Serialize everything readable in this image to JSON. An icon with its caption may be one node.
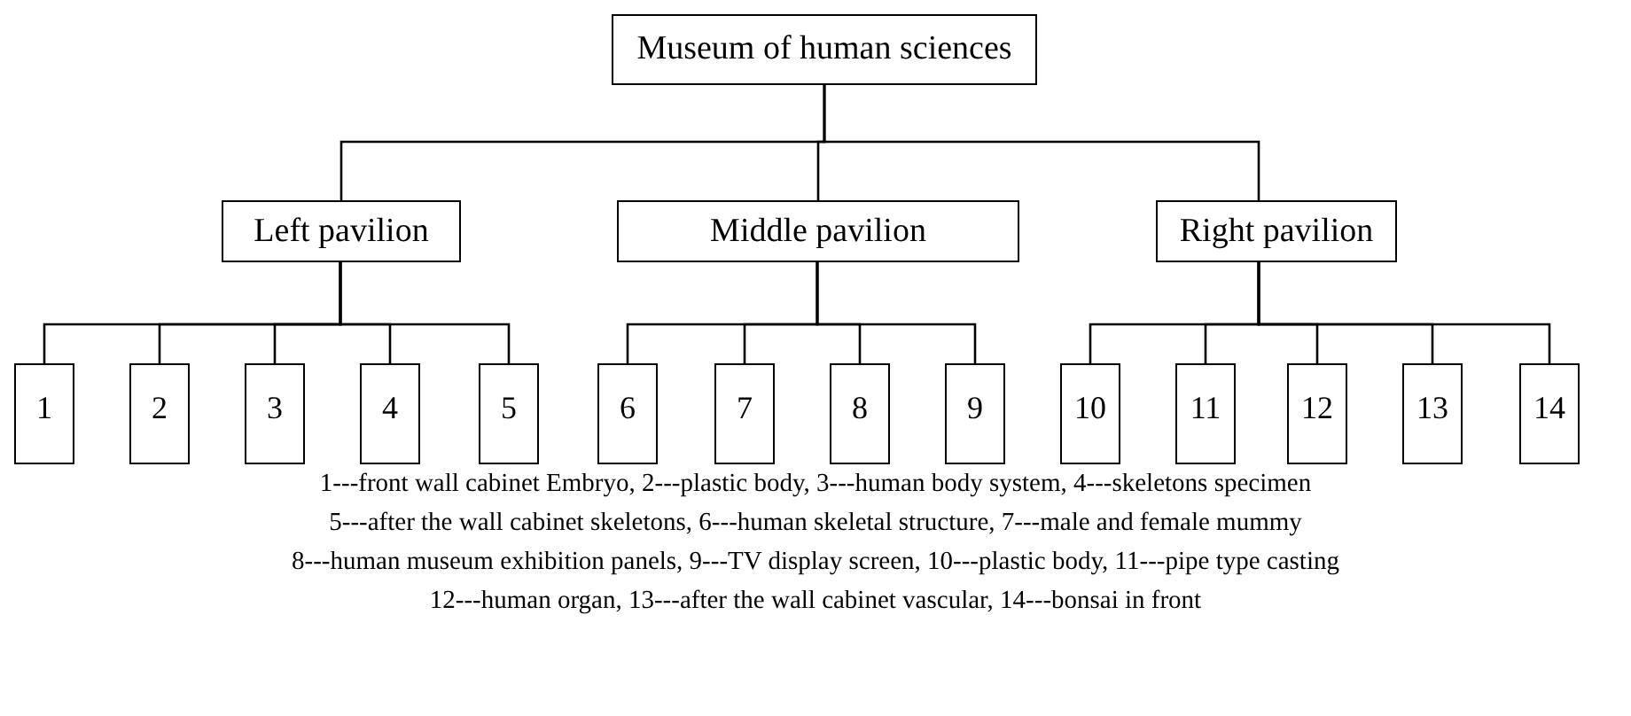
{
  "diagram": {
    "nodes": [
      {
        "text": [
          "Museum of human sciences"
        ]
      },
      {
        "text": [
          "Left pavilion"
        ]
      },
      {
        "text": [
          "Middle pavilion"
        ]
      },
      {
        "text": [
          "Right pavilion"
        ]
      },
      {
        "text": [
          "1"
        ]
      },
      {
        "text": [
          "2"
        ]
      },
      {
        "text": [
          "3"
        ]
      },
      {
        "text": [
          "4"
        ]
      },
      {
        "text": [
          "5"
        ]
      },
      {
        "text": [
          "6"
        ]
      },
      {
        "text": [
          "7"
        ]
      },
      {
        "text": [
          "8"
        ]
      },
      {
        "text": [
          "9"
        ]
      },
      {
        "text": [
          "10"
        ]
      },
      {
        "text": [
          "11"
        ]
      },
      {
        "text": [
          "12"
        ]
      },
      {
        "text": [
          "13"
        ]
      },
      {
        "text": [
          "14"
        ]
      }
    ],
    "edges": [
      {
        "from": 0,
        "to": 1,
        "arrow": "none"
      },
      {
        "from": 0,
        "to": 2,
        "arrow": "none"
      },
      {
        "from": 0,
        "to": 3,
        "arrow": "none"
      },
      {
        "from": 1,
        "to": 4,
        "arrow": "none"
      },
      {
        "from": 1,
        "to": 5,
        "arrow": "none"
      },
      {
        "from": 1,
        "to": 6,
        "arrow": "none"
      },
      {
        "from": 1,
        "to": 7,
        "arrow": "none"
      },
      {
        "from": 1,
        "to": 8,
        "arrow": "none"
      },
      {
        "from": 2,
        "to": 9,
        "arrow": "none"
      },
      {
        "from": 2,
        "to": 10,
        "arrow": "none"
      },
      {
        "from": 2,
        "to": 11,
        "arrow": "none"
      },
      {
        "from": 2,
        "to": 12,
        "arrow": "none"
      },
      {
        "from": 3,
        "to": 13,
        "arrow": "none"
      },
      {
        "from": 3,
        "to": 14,
        "arrow": "none"
      },
      {
        "from": 3,
        "to": 15,
        "arrow": "none"
      },
      {
        "from": 3,
        "to": 16,
        "arrow": "none"
      },
      {
        "from": 3,
        "to": 17,
        "arrow": "none"
      }
    ],
    "labels": [
      "1---front wall cabinet Embryo, 2---plastic body, 3---human body system, 4---skeletons specimen",
      "5---after the wall cabinet skeletons, 6---human skeletal structure, 7---male and female mummy",
      "8---human museum exhibition panels, 9---TV display screen, 10---plastic body, 11---pipe type casting",
      "12---human organ, 13---after the wall cabinet vascular, 14---bonsai in front"
    ]
  }
}
